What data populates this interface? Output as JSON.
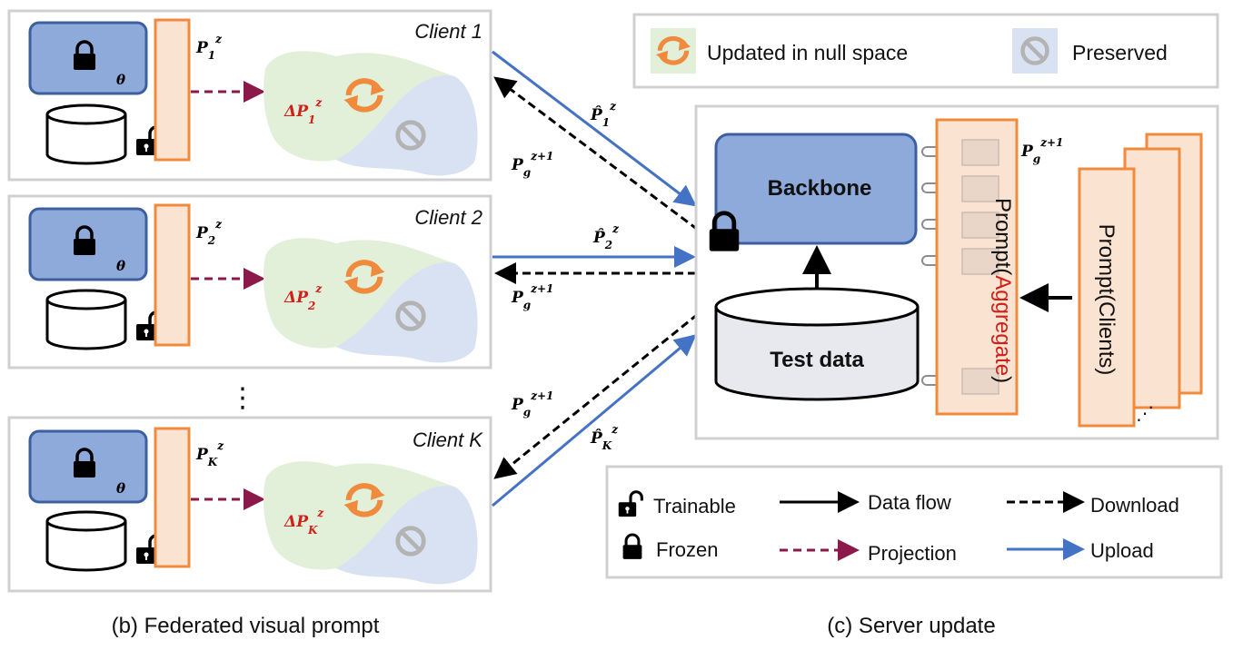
{
  "clients": [
    {
      "title": "Client 1",
      "theta": "θ",
      "prompt_sym": "P",
      "prompt_sub": "1",
      "prompt_sup": "z",
      "delta_sym": "ΔP",
      "delta_sub": "1",
      "delta_sup": "z",
      "upload_sym": "P̂",
      "upload_sub": "1",
      "upload_sup": "z",
      "download_sym": "P",
      "download_sub": "g",
      "download_sup": "z+1"
    },
    {
      "title": "Client 2",
      "theta": "θ",
      "prompt_sym": "P",
      "prompt_sub": "2",
      "prompt_sup": "z",
      "delta_sym": "ΔP",
      "delta_sub": "2",
      "delta_sup": "z",
      "upload_sym": "P̂",
      "upload_sub": "2",
      "upload_sup": "z",
      "download_sym": "P",
      "download_sub": "g",
      "download_sup": "z+1"
    },
    {
      "title": "Client K",
      "theta": "θ",
      "prompt_sym": "P",
      "prompt_sub": "K",
      "prompt_sup": "z",
      "delta_sym": "ΔP",
      "delta_sub": "K",
      "delta_sup": "z",
      "upload_sym": "P̂",
      "upload_sub": "K",
      "upload_sup": "z",
      "download_sym": "P",
      "download_sub": "g",
      "download_sup": "z+1"
    }
  ],
  "ellipsis": "⋮",
  "top_legend": {
    "updated": "Updated in null space",
    "preserved": "Preserved"
  },
  "server": {
    "backbone": "Backbone",
    "test_data": "Test data",
    "prompt_prefix": "Prompt",
    "paren_open": "(",
    "aggregate": "Aggregate",
    "paren_close": ")",
    "prompt_clients": "Prompt(Clients)",
    "agg_sym": "P",
    "agg_sub": "g",
    "agg_sup": "z+1",
    "stack_dots": "⋰"
  },
  "legend": {
    "trainable": "Trainable",
    "frozen": "Frozen",
    "data_flow": "Data flow",
    "projection": "Projection",
    "download": "Download",
    "upload": "Upload"
  },
  "captions": {
    "left": "(b) Federated visual prompt",
    "right": "(c) Server update"
  },
  "colors": {
    "blue_fill": "#8eaadb",
    "blue_stroke": "#3c5fa0",
    "orange": "#f08a3c",
    "orange_fill": "#fbe3d2",
    "green": "#e2efd9",
    "light_blue": "#d9e2f3",
    "upload": "#4472c4",
    "projection": "#8b1a4a",
    "red_text": "#d0201a"
  }
}
